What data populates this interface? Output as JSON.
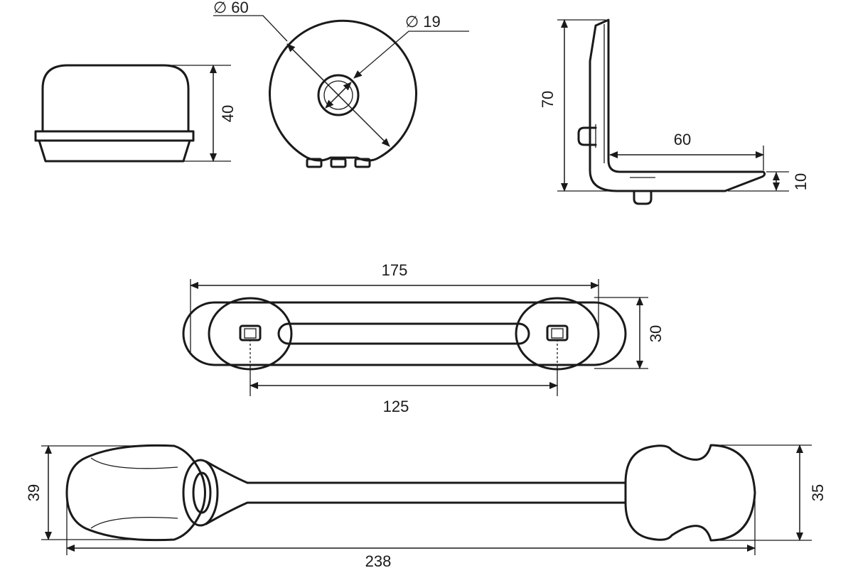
{
  "dimensions": {
    "cap_height": "40",
    "disc_outer_diameter": "∅ 60",
    "disc_hole_diameter": "∅ 19",
    "bracket_height": "70",
    "bracket_length": "60",
    "bracket_thickness": "10",
    "strap_overall_length": "175",
    "strap_hole_spacing": "125",
    "strap_width": "30",
    "lock_left_height": "39",
    "lock_right_height": "35",
    "lock_overall_length": "238"
  }
}
